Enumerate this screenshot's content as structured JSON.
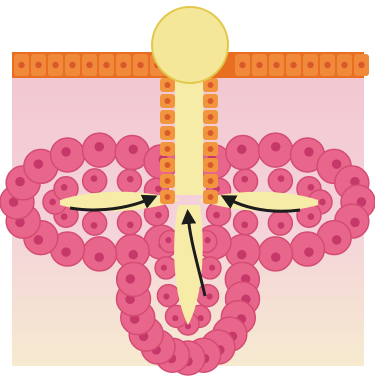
{
  "diagram": {
    "subject": "exocrine-gland-acini",
    "colors": {
      "background": "#ffffff",
      "tissue_top": "#f2c6d1",
      "tissue_bottom": "#f6ead0",
      "surface_cell": "#f08a3a",
      "surface_cell_dark": "#e86f22",
      "surface_nucleus": "#d9582a",
      "duct_cell": "#f2953f",
      "duct_nucleus": "#d85c2b",
      "acinar_cell": "#e8668b",
      "acinar_cell_edge": "#d44c73",
      "acinar_nucleus": "#c6386a",
      "lumen": "#f7eba8",
      "secretion_drop": "#f4e79a",
      "secretion_edge": "#e2c84a",
      "arrow": "#1c1c1c"
    },
    "parts": {
      "surface_epithelium": "surface-epithelium",
      "duct": "excretory-duct",
      "acini": [
        "left-acinus",
        "right-acinus",
        "bottom-acinus"
      ],
      "secretion": "secretion-droplet",
      "arrows": [
        "left-arrow",
        "right-arrow",
        "bottom-arrow"
      ]
    }
  }
}
